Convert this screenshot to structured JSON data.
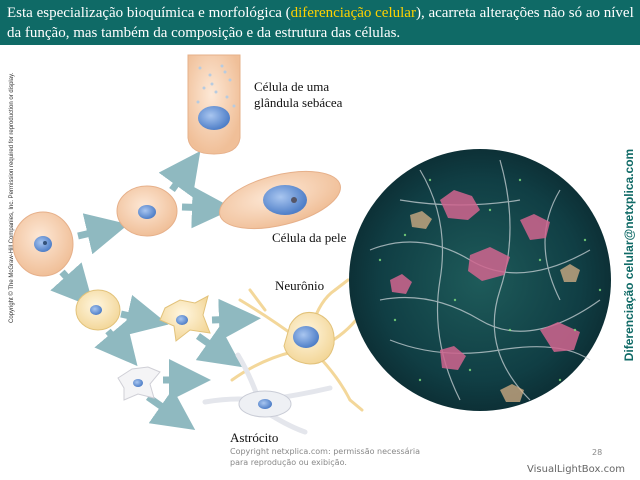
{
  "header": {
    "text_part1": "Esta especialização bioquímica e morfológica (",
    "text_highlight": "diferenciação celular",
    "text_part2": "), acarreta alterações não só ao nível da função, mas também da composição e da estrutura das células."
  },
  "labels": {
    "gland_cell": "Célula de uma glândula sebácea",
    "skin_cell": "Célula da pele",
    "neuron": "Neurônio",
    "astrocyte": "Astrócito"
  },
  "side_left": "Copyright © The McGraw-Hill Companies, Inc. Permission required for reproduction or display.",
  "side_right": "Diferenciação celular@netxplica.com",
  "footer": {
    "copyright": "Copyright netxplica.com: permissão necessária para reprodução ou exibição.",
    "slide_number": "28",
    "watermark": "VisualLightBox.com"
  },
  "colors": {
    "header_bg": "#0f6a66",
    "highlight": "#ffd200",
    "arrow": "#8fb9c0",
    "cell": "#f6d2b4",
    "nucleus": "#6f9ad8"
  }
}
